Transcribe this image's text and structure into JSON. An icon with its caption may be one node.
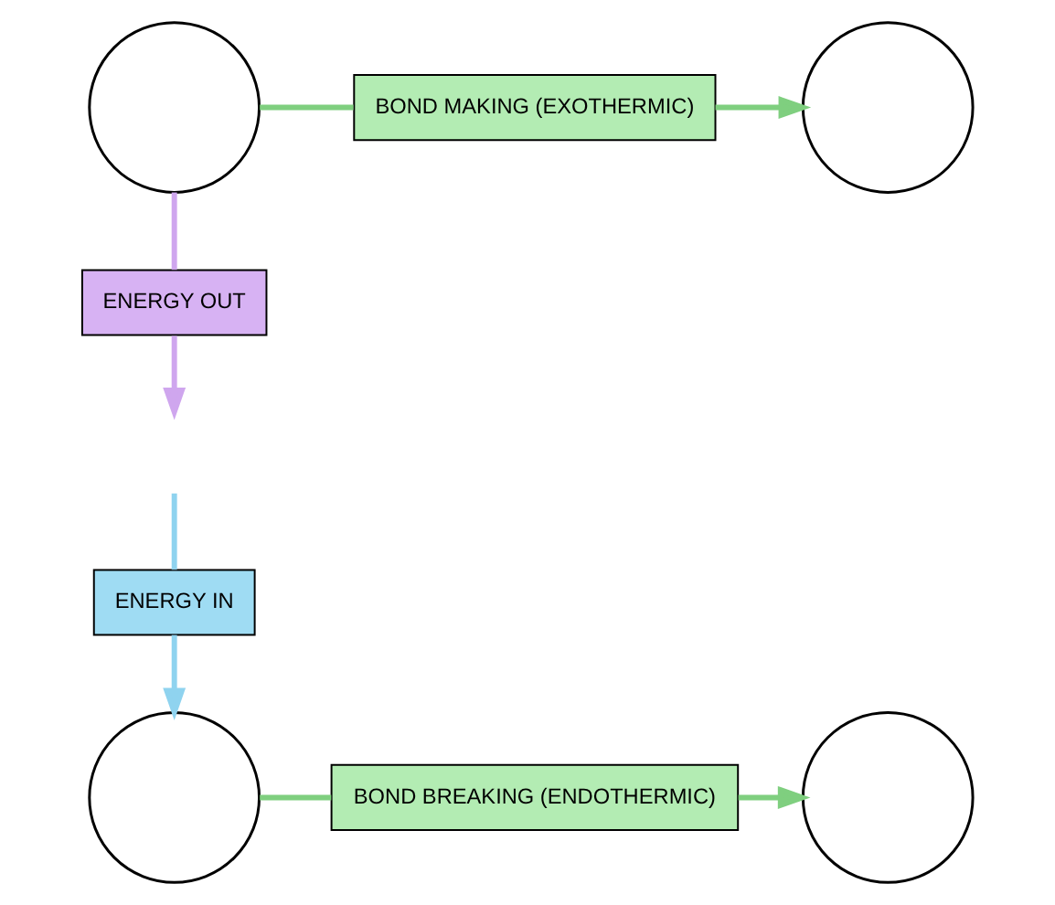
{
  "diagram": {
    "nodes": [
      {
        "text": [
          "ENERGY IN"
        ]
      },
      {
        "text": [],
        "shape": "circle"
      },
      {
        "text": [
          "BOND BREAKING (ENDOTHERMIC)"
        ]
      },
      {
        "text": [],
        "shape": "circle"
      },
      {
        "text": [],
        "shape": "circle"
      },
      {
        "text": [
          "ENERGY OUT"
        ]
      },
      {
        "text": [
          "BOND MAKING (EXOTHERMIC)"
        ]
      },
      {
        "text": [],
        "shape": "circle"
      }
    ],
    "edges": [
      {
        "from": null,
        "to": 0,
        "arrow": "none",
        "color": "#8fd3ef"
      },
      {
        "from": 0,
        "to": 1,
        "arrow": "to",
        "color": "#8fd3ef"
      },
      {
        "from": 1,
        "to": 2,
        "arrow": "none"
      },
      {
        "from": 2,
        "to": 3,
        "arrow": "to"
      },
      {
        "from": 4,
        "to": 6,
        "arrow": "none"
      },
      {
        "from": 6,
        "to": 7,
        "arrow": "to"
      },
      {
        "from": 4,
        "to": 5,
        "arrow": "none",
        "color": "#cfa6ee"
      },
      {
        "from": 5,
        "to": null,
        "arrow": "to",
        "color": "#cfa6ee"
      }
    ]
  }
}
